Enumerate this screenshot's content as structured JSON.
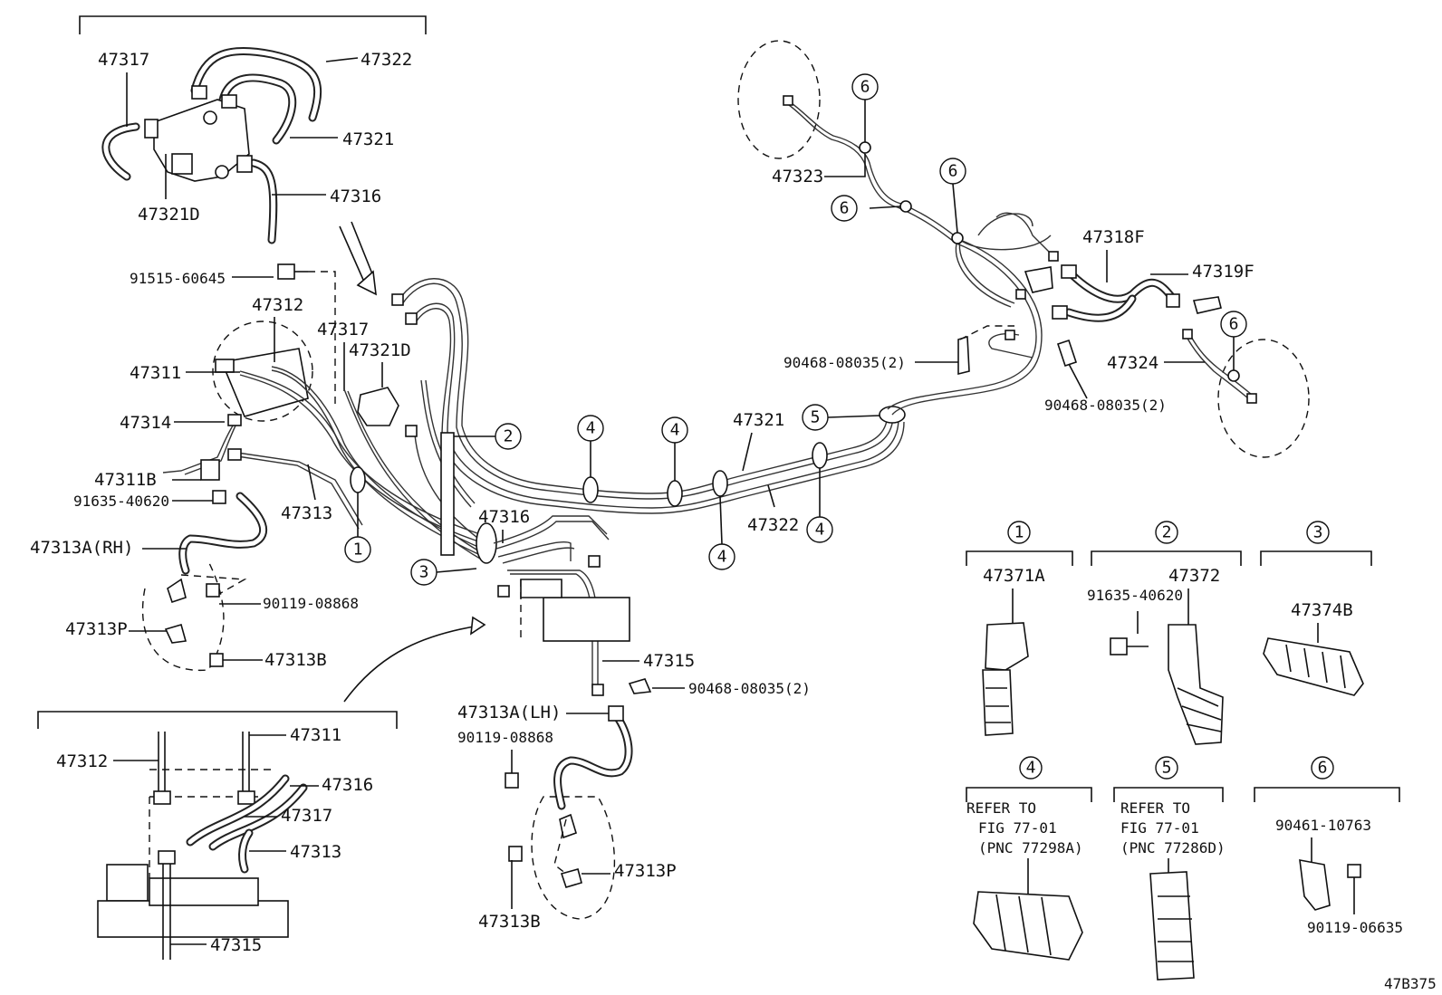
{
  "diagram": {
    "labels": {
      "l47317_top": "47317",
      "l47322_top": "47322",
      "l47321_top": "47321",
      "l47321D_top": "47321D",
      "l47316_top": "47316",
      "l91515": "91515-60645",
      "l47312": "47312",
      "l47317_mid": "47317",
      "l47321D_mid": "47321D",
      "l47311": "47311",
      "l47314": "47314",
      "l47311B": "47311B",
      "l91635_left": "91635-40620",
      "l47313": "47313",
      "l47313A_RH": "47313A(RH)",
      "l90119_rh": "90119-08868",
      "l47313P_rh": "47313P",
      "l47313B_rh": "47313B",
      "l47316_mid": "47316",
      "l47315_mid": "47315",
      "l90468_mid": "90468-08035(2)",
      "l47313A_LH": "47313A(LH)",
      "l90119_lh": "90119-08868",
      "l47313P_lh": "47313P",
      "l47313B_lh": "47313B",
      "l47321_main": "47321",
      "l47322_main": "47322",
      "l47323": "47323",
      "l47318F": "47318F",
      "l47319F": "47319F",
      "l90468_left": "90468-08035(2)",
      "l90468_right": "90468-08035(2)",
      "l47324": "47324",
      "l47312_inset": "47312",
      "l47311_inset": "47311",
      "l47316_inset": "47316",
      "l47317_inset": "47317",
      "l47313_inset": "47313",
      "l47315_inset": "47315"
    },
    "callouts": {
      "c1": "1",
      "c2": "2",
      "c3": "3",
      "c4a": "4",
      "c4b": "4",
      "c4c": "4",
      "c4d": "4",
      "c5": "5",
      "c6a": "6",
      "c6b": "6",
      "c6c": "6",
      "c6d": "6"
    },
    "legend": {
      "k1": "1",
      "p1": "47371A",
      "k2": "2",
      "p2": "47372",
      "p2b": "91635-40620",
      "k3": "3",
      "p3": "47374B",
      "k4": "4",
      "r4a": "REFER TO",
      "r4b": "FIG 77-01",
      "r4c": "(PNC 77298A)",
      "k5": "5",
      "r5a": "REFER TO",
      "r5b": "FIG 77-01",
      "r5c": "(PNC 77286D)",
      "k6": "6",
      "p6a": "90461-10763",
      "p6b": "90119-06635"
    },
    "figure_id": "47B375"
  }
}
